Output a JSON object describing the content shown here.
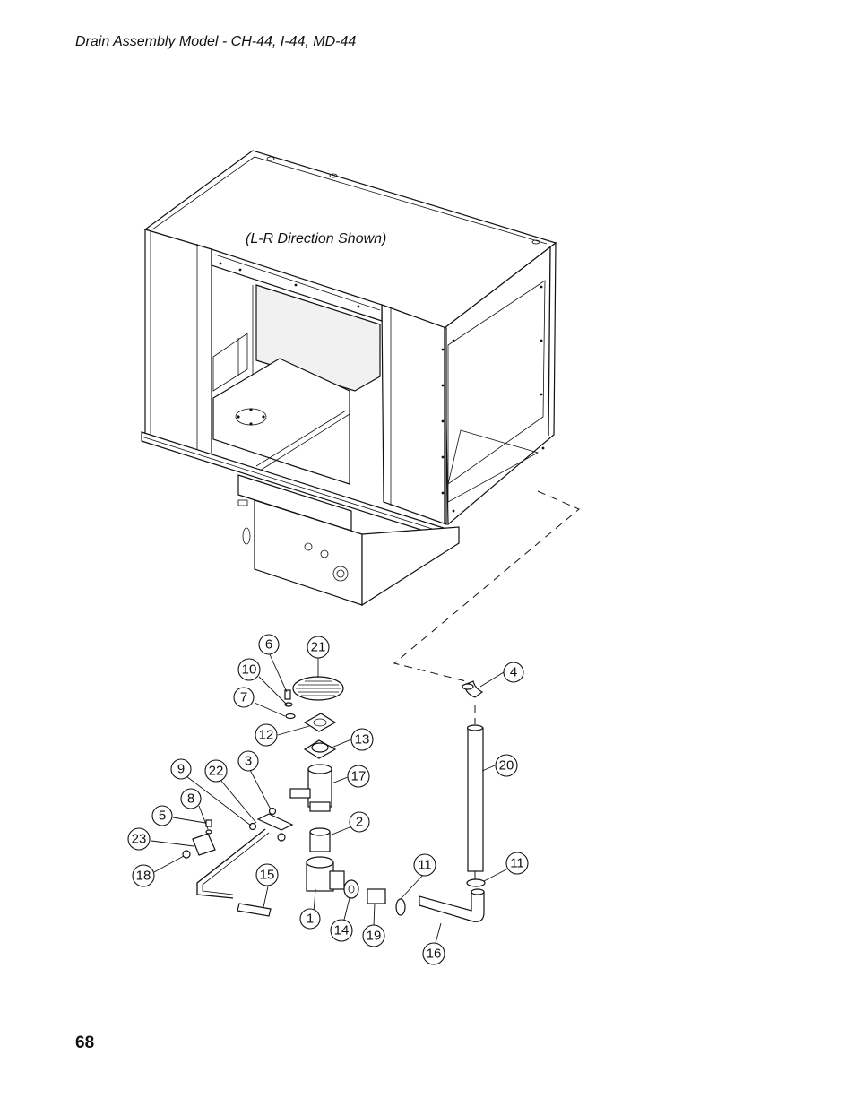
{
  "page": {
    "header": "Drain Assembly Model - CH-44, I-44, MD-44",
    "page_number": "68"
  },
  "diagram": {
    "note": "(L-R Direction Shown)",
    "callouts": [
      "6",
      "21",
      "10",
      "7",
      "4",
      "12",
      "13",
      "3",
      "9",
      "22",
      "17",
      "20",
      "8",
      "5",
      "2",
      "23",
      "11",
      "11",
      "18",
      "15",
      "1",
      "14",
      "19",
      "16"
    ]
  }
}
